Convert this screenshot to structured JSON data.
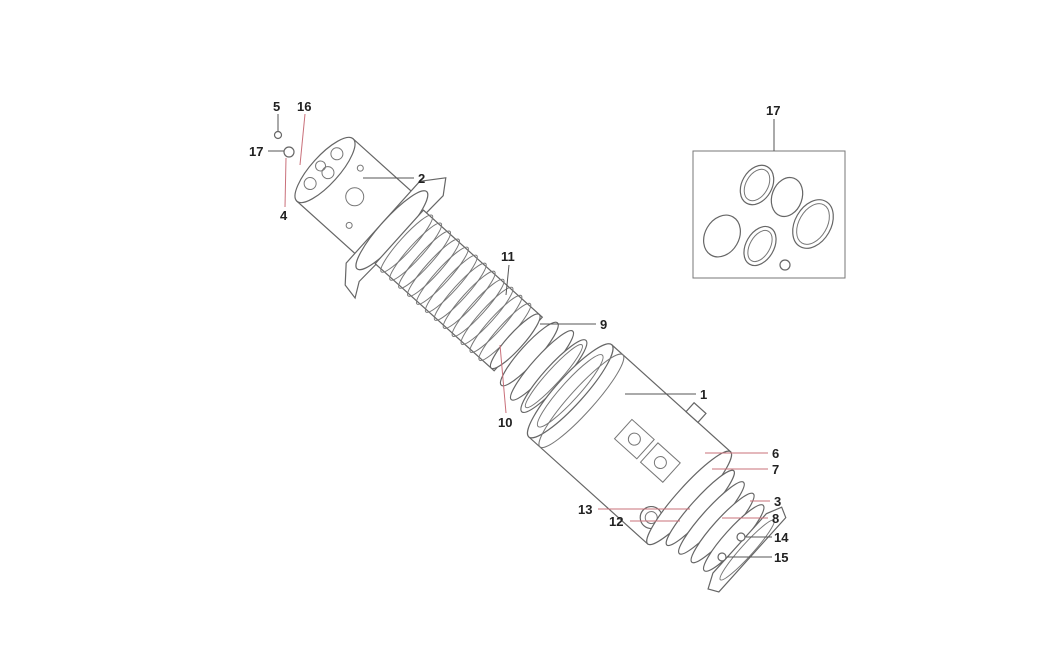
{
  "diagram": {
    "title": "Exploded parts view - cylinder assembly",
    "callouts": [
      {
        "id": "c5",
        "number": "5"
      },
      {
        "id": "c16",
        "number": "16"
      },
      {
        "id": "c17a",
        "number": "17"
      },
      {
        "id": "c4",
        "number": "4"
      },
      {
        "id": "c2",
        "number": "2"
      },
      {
        "id": "c11",
        "number": "11"
      },
      {
        "id": "c9",
        "number": "9"
      },
      {
        "id": "c10",
        "number": "10"
      },
      {
        "id": "c1",
        "number": "1"
      },
      {
        "id": "c6",
        "number": "6"
      },
      {
        "id": "c7",
        "number": "7"
      },
      {
        "id": "c3",
        "number": "3"
      },
      {
        "id": "c13",
        "number": "13"
      },
      {
        "id": "c8",
        "number": "8"
      },
      {
        "id": "c12",
        "number": "12"
      },
      {
        "id": "c14",
        "number": "14"
      },
      {
        "id": "c15",
        "number": "15"
      },
      {
        "id": "c17b",
        "number": "17"
      }
    ],
    "leader_color": "#c9707a"
  }
}
